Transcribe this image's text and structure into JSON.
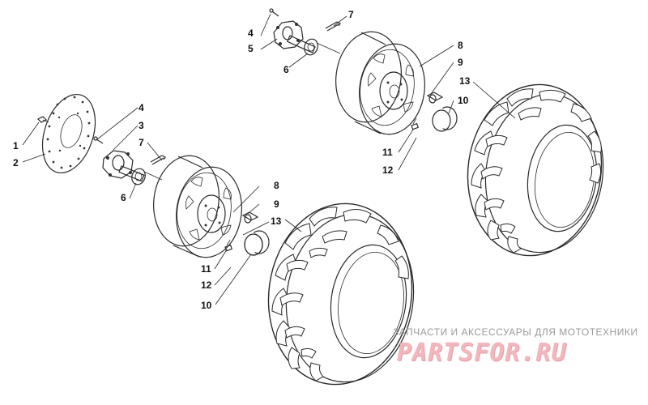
{
  "callouts": {
    "c1": "1",
    "c2": "2",
    "c3": "3",
    "c4a": "4",
    "c4b": "4",
    "c5": "5",
    "c6a": "6",
    "c6b": "6",
    "c7a": "7",
    "c7b": "7",
    "c8a": "8",
    "c8b": "8",
    "c9a": "9",
    "c9b": "9",
    "c10a": "10",
    "c10b": "10",
    "c11a": "11",
    "c11b": "11",
    "c12a": "12",
    "c12b": "12",
    "c13a": "13",
    "c13b": "13"
  },
  "watermark": {
    "caption": "ЗАПЧАСТИ И АКСЕССУАРЫ ДЛЯ МОТОТЕХНИКИ",
    "logo": "PARTSFOR.RU"
  }
}
